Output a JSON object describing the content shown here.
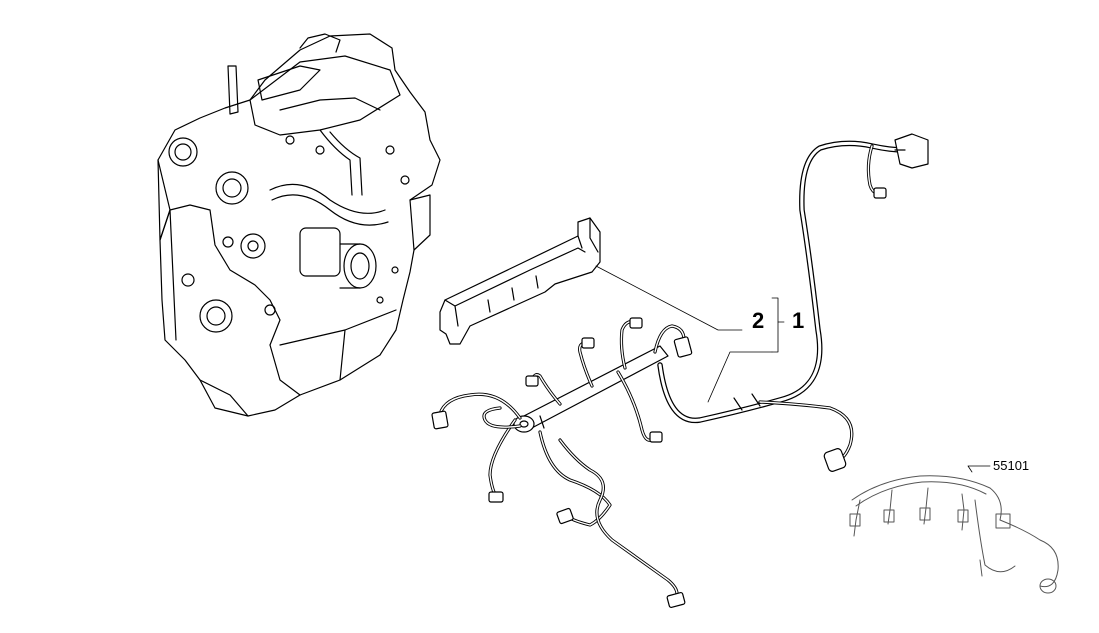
{
  "callouts": {
    "item_2": "2",
    "item_1": "1",
    "reference_group": "55101"
  }
}
